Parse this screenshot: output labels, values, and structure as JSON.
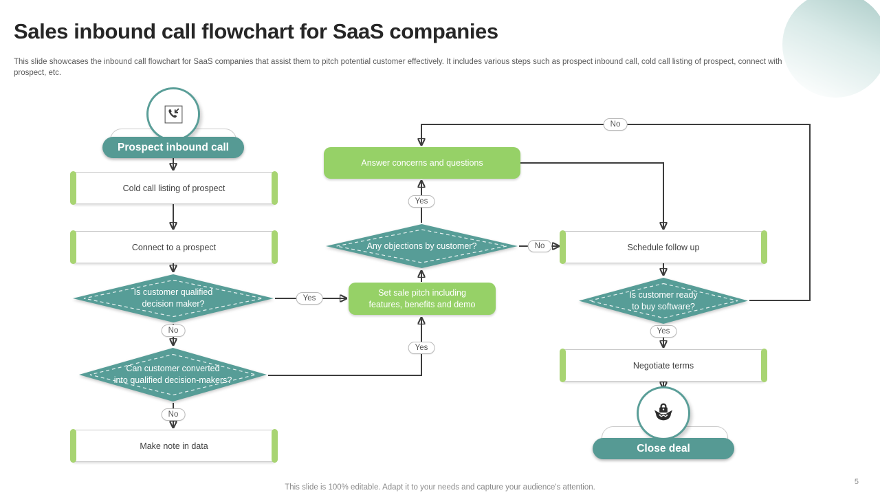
{
  "slide": {
    "title": "Sales inbound call flowchart for SaaS companies",
    "description": "This slide showcases the inbound call flowchart for SaaS companies that assist them to pitch potential customer effectively. It includes various steps such as prospect inbound call, cold call listing of prospect, connect with prospect, etc.",
    "footer_note": "This slide is 100% editable. Adapt it to your needs and capture your audience's attention.",
    "page_number": "5"
  },
  "colors": {
    "teal": "#579d97",
    "teal_pill": "#569a94",
    "action_green": "#96d167",
    "bracket_green": "#a8d472",
    "connector": "#3d3d3d"
  },
  "flowchart": {
    "start": {
      "label": "Prospect inbound call",
      "icon": "inbound-call-icon"
    },
    "end": {
      "label": "Close deal",
      "icon": "deal-handshake-icon"
    },
    "steps": {
      "cold_call_listing": "Cold call listing of prospect",
      "connect_prospect": "Connect to a prospect",
      "make_note": "Make note in data",
      "schedule_follow_up": "Schedule follow up",
      "negotiate_terms": "Negotiate terms"
    },
    "decisions": {
      "qualified": "Is customer qualified\ndecision maker?",
      "converted": "Can customer converted\ninto qualified decision-makers?",
      "objections": "Any objections by customer?",
      "ready_to_buy": "Is customer ready\nto buy software?"
    },
    "actions": {
      "answer_concerns": "Answer concerns and questions",
      "set_sale_pitch": "Set sale pitch including\nfeatures, benefits and demo"
    },
    "edge_labels": {
      "qualified_yes": "Yes",
      "qualified_no": "No",
      "converted_yes": "Yes",
      "converted_no": "No",
      "objections_yes": "Yes",
      "objections_no": "No",
      "ready_yes": "Yes",
      "ready_no": "No"
    }
  }
}
